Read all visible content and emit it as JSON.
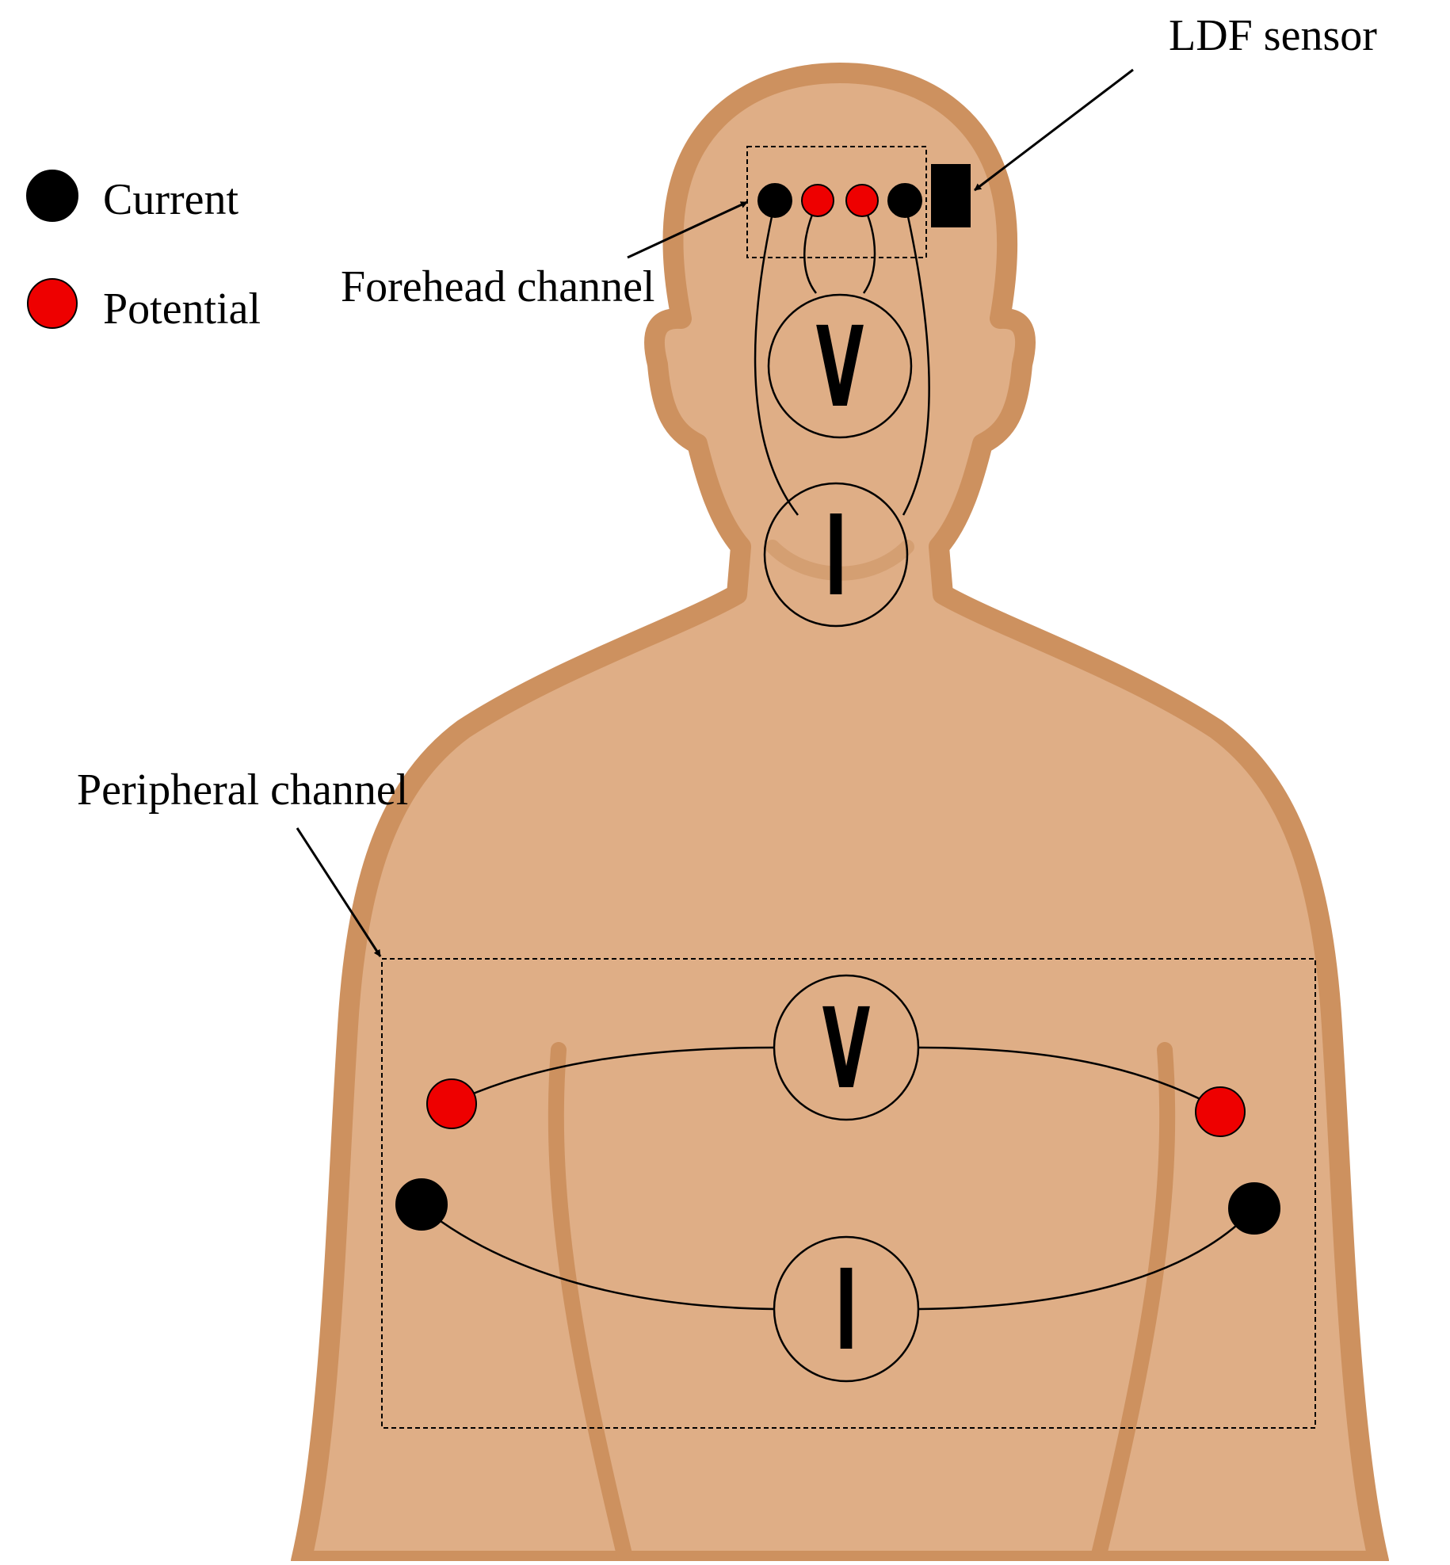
{
  "legend": {
    "current_label": "Current",
    "potential_label": "Potential"
  },
  "labels": {
    "ldf_sensor": "LDF sensor",
    "forehead_channel": "Forehead channel",
    "peripheral_channel": "Peripheral channel"
  },
  "meters": {
    "voltage_symbol": "V",
    "current_symbol": "I"
  },
  "colors": {
    "background": "#ffffff",
    "skin_fill": "#dfae86",
    "skin_outline": "#cd915f",
    "current_electrode": "#000000",
    "potential_electrode": "#ee0000",
    "wire": "#000000"
  }
}
